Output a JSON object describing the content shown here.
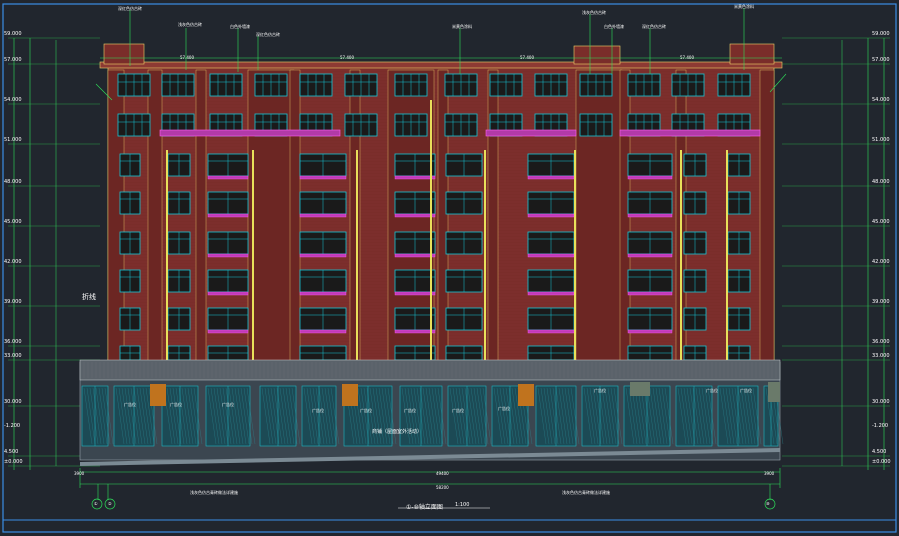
{
  "drawing": {
    "title": "①-⑩轴立面图",
    "scale": "1:100",
    "shop_label": "商铺（屋面室外活动）",
    "left_note": "折线",
    "bottom_notes": [
      "浅灰色仿古青砖做法详建施",
      "浅灰色仿古青砖做法详建施"
    ],
    "axis_left": [
      "①",
      "②"
    ],
    "axis_right": [
      "⑩"
    ],
    "overall_width": "58200",
    "ground_dim": "49400",
    "left_dim": "3900",
    "right_dim": "3900",
    "top_dims": [
      "57.400",
      "57.400",
      "57.400",
      "57.400"
    ]
  },
  "elevations_left": [
    "59.000",
    "57.000",
    "54.000",
    "51.000",
    "48.000",
    "45.000",
    "42.000",
    "39.000",
    "36.000",
    "33.000",
    "30.000",
    "4.500",
    "±0.000",
    "-1.200"
  ],
  "elevations_right": [
    "59.000",
    "57.000",
    "54.000",
    "51.000",
    "48.000",
    "45.000",
    "42.000",
    "39.000",
    "36.000",
    "33.000",
    "30.000",
    "4.500",
    "±0.000",
    "-1.200"
  ],
  "callouts": [
    "深红色仿古砖",
    "浅灰色仿古砖",
    "白色外墙漆",
    "深红色仿古砖",
    "米黄色涂料",
    "浅灰色仿古砖",
    "白色外墙漆",
    "深红色仿古砖",
    "米黄色涂料"
  ],
  "shop_tags": [
    "广告位",
    "广告位",
    "广告位",
    "广告位",
    "广告位",
    "广告位",
    "广告位",
    "广告位",
    "广告位",
    "广告位",
    "广告位"
  ],
  "colors": {
    "background": "#21262e",
    "brick": "#7a2d2a",
    "window": "#17c6d6",
    "frame": "#3a8ee6",
    "dim": "#2ee05a",
    "balcony": "#ff5cf1",
    "shop_glass": "#1eb6c4",
    "trim": "#e8e05a",
    "orange": "#c0731e"
  }
}
